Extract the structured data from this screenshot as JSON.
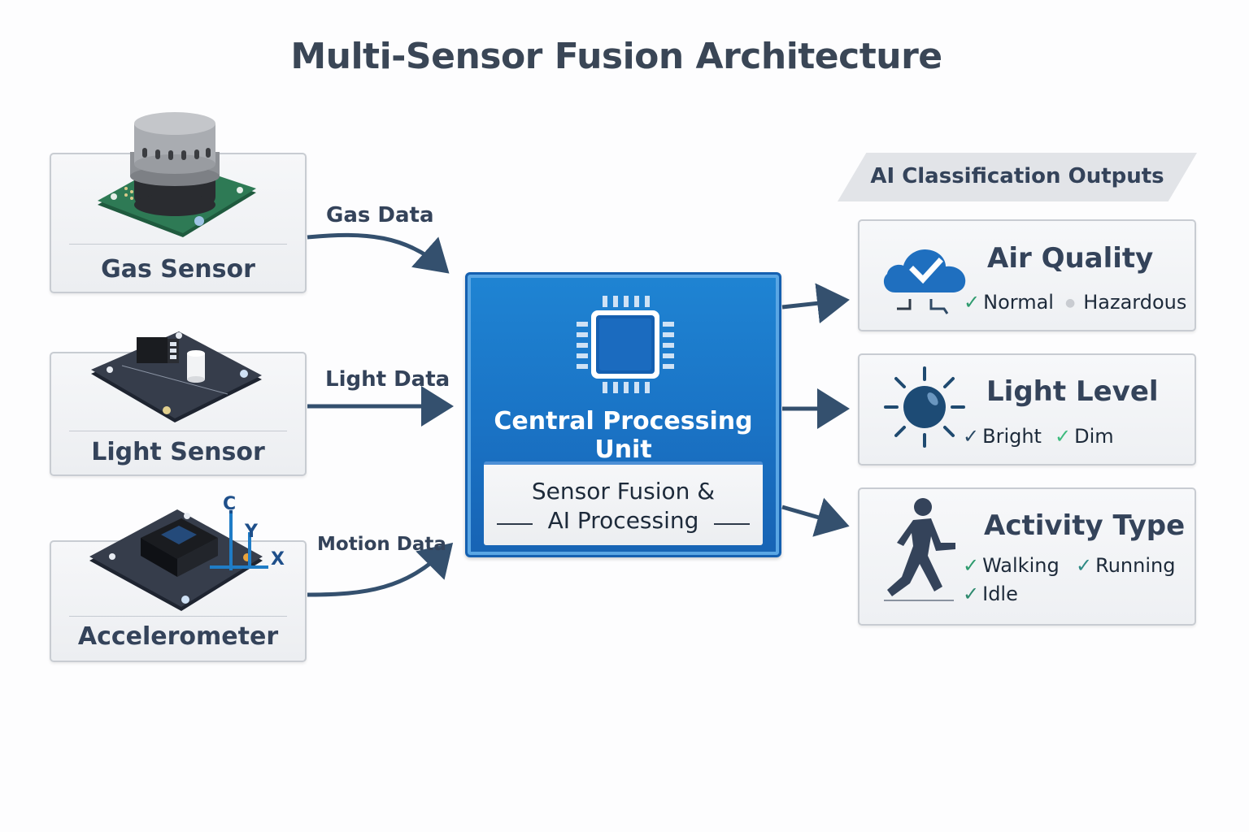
{
  "title": "Multi-Sensor Fusion Architecture",
  "sensors": [
    {
      "label": "Gas Sensor",
      "icon": "gas-sensor-module",
      "connection_label": "Gas Data"
    },
    {
      "label": "Light Sensor",
      "icon": "light-sensor-module",
      "connection_label": "Light Data"
    },
    {
      "label": "Accelerometer",
      "icon": "accelerometer-module",
      "connection_label": "Motion Data",
      "axes": [
        "C",
        "Y",
        "X"
      ]
    }
  ],
  "cpu": {
    "title": "Central Processing Unit",
    "icon": "cpu-chip-icon",
    "sub_line1": "Sensor Fusion &",
    "sub_line2": "AI Processing"
  },
  "outputs": {
    "header": "AI Classification Outputs",
    "items": [
      {
        "heading": "Air Quality",
        "icon": "cloud-check-icon",
        "options": [
          {
            "label": "Normal",
            "marker": "check"
          },
          {
            "label": "Hazardous",
            "marker": "dot"
          }
        ]
      },
      {
        "heading": "Light Level",
        "icon": "sun-icon",
        "options": [
          {
            "label": "Bright",
            "marker": "check"
          },
          {
            "label": "Dim",
            "marker": "check"
          }
        ]
      },
      {
        "heading": "Activity Type",
        "icon": "walking-person-icon",
        "options": [
          {
            "label": "Walking",
            "marker": "check"
          },
          {
            "label": "Running",
            "marker": "check"
          },
          {
            "label": "Idle",
            "marker": "check"
          }
        ]
      }
    ]
  },
  "colors": {
    "arrow": "#34506e",
    "cpu_blue": "#1a74c6",
    "check_green": "#2e9b6e",
    "text_dark": "#34435a"
  }
}
